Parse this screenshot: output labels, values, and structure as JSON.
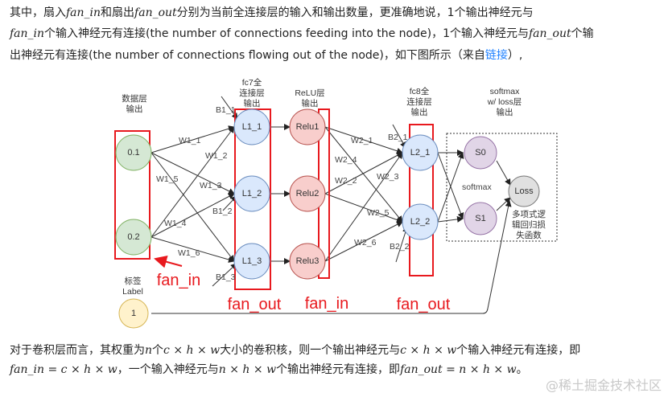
{
  "para1": {
    "l1": [
      "其中，扇入",
      "fan_in",
      "和扇出",
      "fan_out",
      "分别为当前全连接层的输入和输出数量，更准确地说，1个输出神经元与"
    ],
    "l2": [
      "fan_in",
      "个输入神经元有连接(the number of connections feeding into the node)，1个输入神经元与",
      "fan_out",
      "个输"
    ],
    "l3": [
      "出神经元有连接(the number of connections flowing out of the node)，如下图所示（来自",
      "链接",
      "）,"
    ]
  },
  "diagram": {
    "headers": {
      "data": [
        "数据层",
        "输出"
      ],
      "fc7": [
        "fc7全",
        "连接层",
        "输出"
      ],
      "relu": [
        "ReLU层",
        "输出"
      ],
      "fc8": [
        "fc8全",
        "连接层",
        "输出"
      ],
      "softmax": [
        "softmax",
        "w/ loss层",
        "输出"
      ],
      "label": [
        "标签",
        "Label"
      ],
      "loss_desc": [
        "多项式逻",
        "辑回归损",
        "失函数"
      ]
    },
    "nodes": {
      "x1": "0.1",
      "x2": "0.2",
      "l11": "L1_1",
      "l12": "L1_2",
      "l13": "L1_3",
      "r1": "Relu1",
      "r2": "Relu2",
      "r3": "Relu3",
      "l21": "L2_1",
      "l22": "L2_2",
      "s0": "S0",
      "s1": "S1",
      "loss": "Loss",
      "label": "1"
    },
    "weights": {
      "w11": "W1_1",
      "w12": "W1_2",
      "w13": "W1_3",
      "w14": "W1_4",
      "w15": "W1_5",
      "w16": "W1_6",
      "w21": "W2_1",
      "w22": "W2_2",
      "w23": "W2_3",
      "w24": "W2_4",
      "w25": "W2_5",
      "w26": "W2_6",
      "b11": "B1_1",
      "b12": "B1_2",
      "b13": "B1_3",
      "b21": "B2_1",
      "b22": "B2_2"
    },
    "softmax_label": "softmax",
    "annotations": {
      "fan_in_1": "fan_in",
      "fan_out_1": "fan_out",
      "fan_in_2": "fan_in",
      "fan_out_2": "fan_out"
    },
    "colors": {
      "highlight": "#e8191e",
      "input": "#d5e8d4",
      "hidden": "#dae8fc",
      "relu": "#f8cecc",
      "softmax": "#e1d5e7",
      "loss": "#e0e0e0",
      "label": "#fff2cc"
    }
  },
  "para2": {
    "l1": [
      "对于卷积层而言，其权重为",
      "n",
      "个",
      "c × h × w",
      "大小的卷积核，则一个输出神经元与",
      "c × h × w",
      "个输入神经元有连接，即"
    ],
    "l2": [
      "fan_in = c × h × w",
      "，一个输入神经元与",
      "n × h × w",
      "个输出神经元有连接，即",
      "fan_out = n × h × w",
      "。"
    ]
  },
  "watermark": "@稀土掘金技术社区"
}
